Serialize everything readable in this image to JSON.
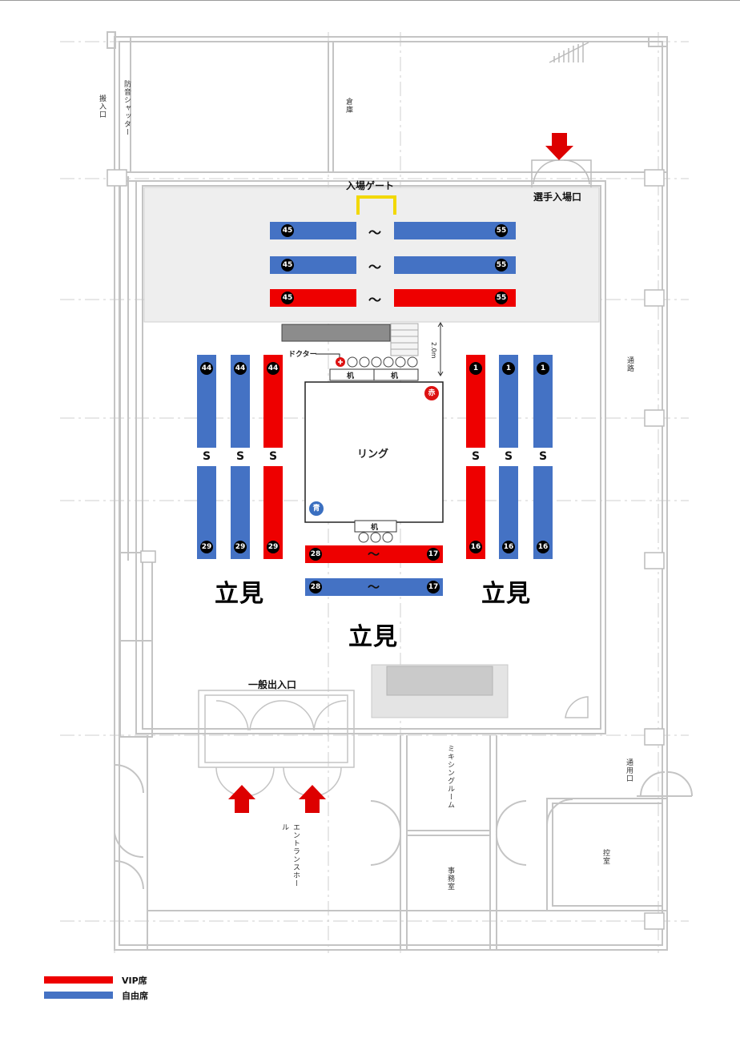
{
  "colors": {
    "vip": "#ee0000",
    "free": "#4472c4",
    "floor": "#eeeeee",
    "wall": "#c8c8c8",
    "arrow": "#dd0000",
    "aka": "#dd1111",
    "ao": "#3a6fc0"
  },
  "areas": {
    "loading_entrance": "搬入口",
    "soundproof_shutter": "防音シャッター",
    "warehouse": "倉庫",
    "corridor": "通路",
    "service_entrance": "通用口",
    "mixing_room": "ミキシングルーム",
    "office": "事務室",
    "waiting_room": "控室",
    "entrance_hall": "エントランスホール"
  },
  "labels": {
    "entry_gate": "入場ゲート",
    "fighter_entrance": "選手入場口",
    "doctor": "ドクター",
    "table": "机",
    "ring": "リング",
    "red_corner": "赤",
    "blue_corner": "青",
    "standing": "立見",
    "general_entrance": "一般出入口",
    "distance": "2.0m",
    "tilde": "～",
    "snake": "S"
  },
  "seat_numbers": {
    "back_start": "45",
    "back_end": "55",
    "left_start": "44",
    "left_end": "29",
    "front_start": "28",
    "front_end": "17",
    "right_start": "1",
    "right_end": "16"
  },
  "legend": [
    {
      "label": "VIP席",
      "color": "#ee0000"
    },
    {
      "label": "自由席",
      "color": "#4472c4"
    }
  ]
}
